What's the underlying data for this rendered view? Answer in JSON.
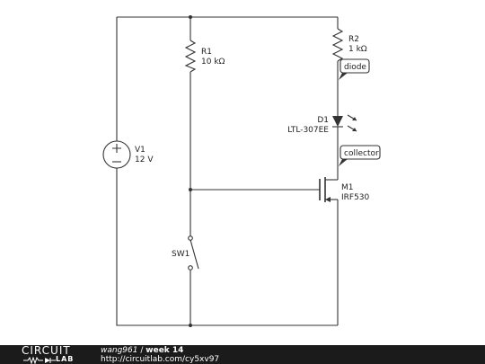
{
  "schematic": {
    "components": {
      "v1": {
        "name": "V1",
        "value": "12 V"
      },
      "r1": {
        "name": "R1",
        "value": "10 kΩ"
      },
      "r2": {
        "name": "R2",
        "value": "1 kΩ"
      },
      "d1": {
        "name": "D1",
        "value": "LTL-307EE"
      },
      "m1": {
        "name": "M1",
        "value": "IRF530"
      },
      "sw1": {
        "name": "SW1"
      }
    },
    "probes": {
      "diode": "diode",
      "collector": "collector"
    }
  },
  "footer": {
    "logo_top": "CIRCUIT",
    "logo_bottom": "LAB",
    "user": "wang961",
    "separator": "/",
    "title": "week 14",
    "url": "http://circuitlab.com/cy5xv97"
  }
}
